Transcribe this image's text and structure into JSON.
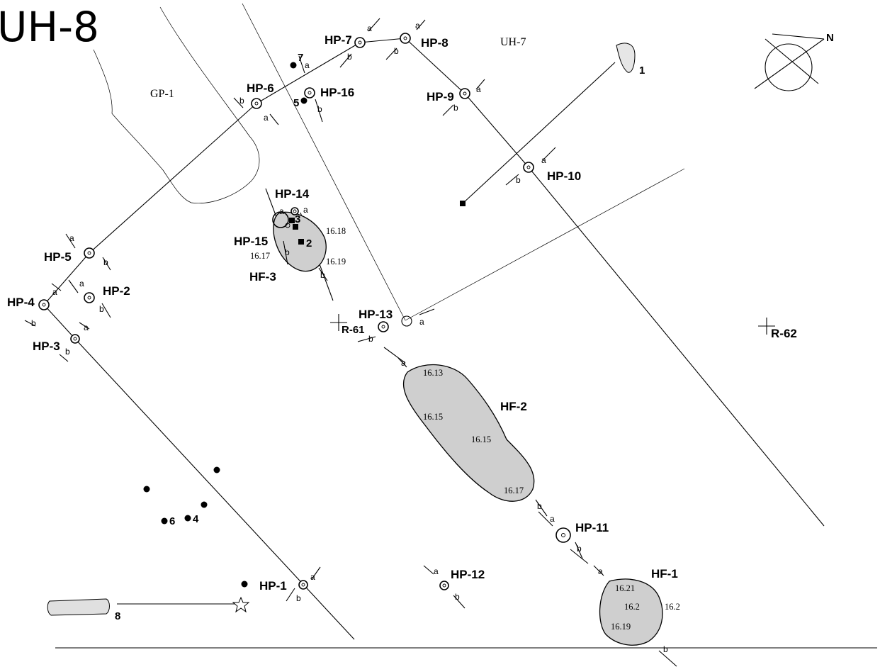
{
  "title": "UH-8",
  "colors": {
    "hearth_fill": "#cfcfcf",
    "ink": "#000000"
  },
  "areas": {
    "gp1": "GP-1",
    "uh7": "UH-7"
  },
  "north_label": "N",
  "grid_points": {
    "r61": "R-61",
    "r62": "R-62"
  },
  "post_holes": {
    "hp1": "HP-1",
    "hp2": "HP-2",
    "hp3": "HP-3",
    "hp4": "HP-4",
    "hp5": "HP-5",
    "hp6": "HP-6",
    "hp7": "HP-7",
    "hp8": "HP-8",
    "hp9": "HP-9",
    "hp10": "HP-10",
    "hp11": "HP-11",
    "hp12": "HP-12",
    "hp13": "HP-13",
    "hp14": "HP-14",
    "hp15": "HP-15",
    "hp16": "HP-16"
  },
  "hearths": {
    "hf1": "HF-1",
    "hf2": "HF-2",
    "hf3": "HF-3"
  },
  "elevations": {
    "hf1_1": "16.21",
    "hf1_2": "16.2",
    "hf1_3": "16.2",
    "hf1_4": "16.19",
    "hf2_1": "16.13",
    "hf2_2": "16.15",
    "hf2_3": "16.15",
    "hf2_4": "16.17",
    "hf3_1": "16.18",
    "hf3_2": "16.17",
    "hf3_3": "16.19"
  },
  "finds": {
    "f1": "1",
    "f2": "2",
    "f3": "3",
    "f4": "4",
    "f5": "5",
    "f6": "6",
    "f7": "7",
    "f8": "8"
  },
  "section_marks": {
    "a": "a",
    "b": "b"
  }
}
